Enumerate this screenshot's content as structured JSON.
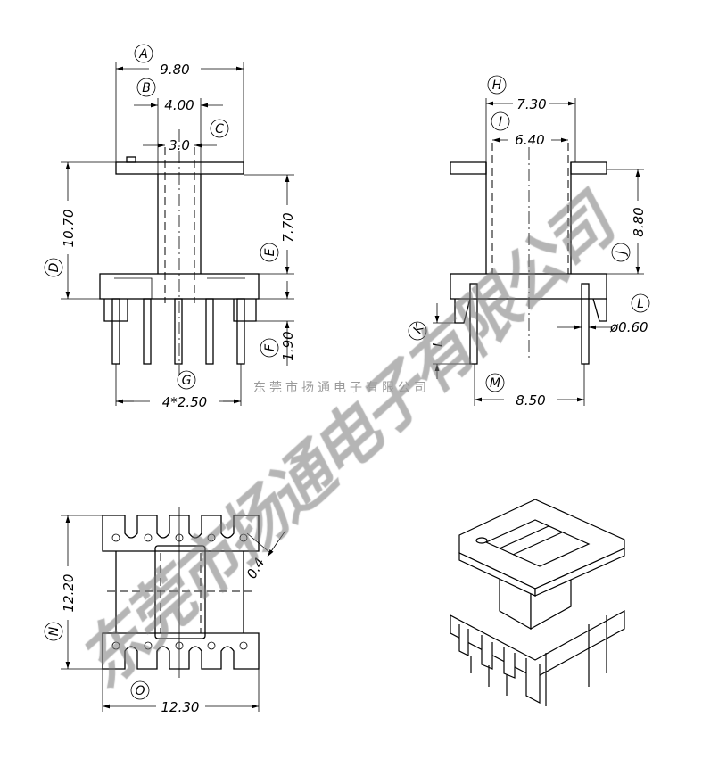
{
  "watermark": "东莞市扬通电子有限公司",
  "watermark_small": "东莞市扬通电子有限公司",
  "front_view": {
    "A": {
      "tag": "A",
      "value": "9.80"
    },
    "B": {
      "tag": "B",
      "value": "4.00"
    },
    "C": {
      "tag": "C",
      "value": "3.0"
    },
    "D": {
      "tag": "D",
      "value": "10.70"
    },
    "E": {
      "tag": "E",
      "value": "7.70"
    },
    "F": {
      "tag": "F",
      "value": "1.90"
    },
    "G": {
      "tag": "G",
      "value": "4*2.50"
    }
  },
  "side_view": {
    "H": {
      "tag": "H",
      "value": "7.30"
    },
    "I": {
      "tag": "I",
      "value": "6.40"
    },
    "J": {
      "tag": "J",
      "value": "8.80"
    },
    "K": {
      "tag": "K",
      "value": "L"
    },
    "L": {
      "tag": "L",
      "value": "ø0.60"
    },
    "M": {
      "tag": "M",
      "value": "8.50"
    }
  },
  "bottom_view": {
    "N": {
      "tag": "N",
      "value": "12.20"
    },
    "O": {
      "tag": "O",
      "value": "12.30"
    },
    "hole": {
      "value": "0.4"
    }
  }
}
